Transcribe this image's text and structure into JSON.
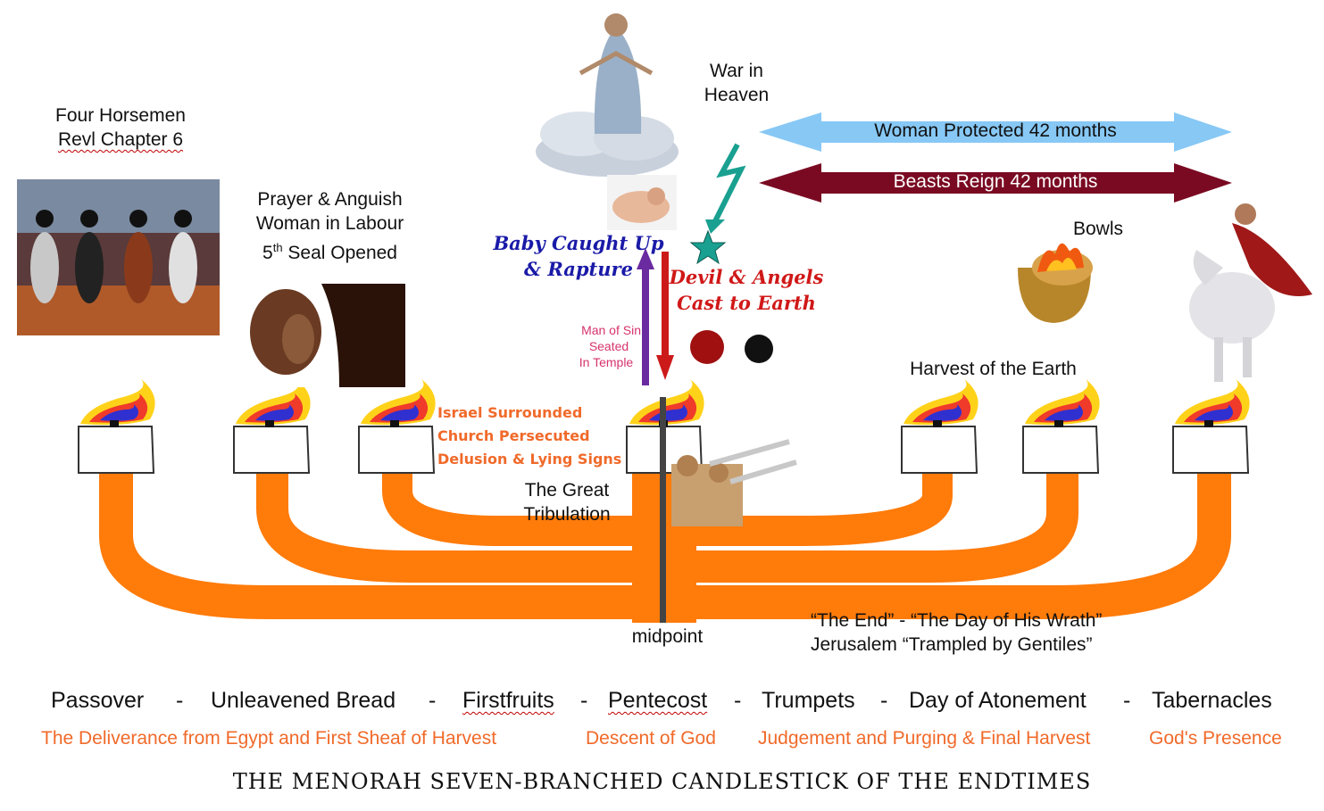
{
  "labels": {
    "four_horsemen_line1": "Four Horsemen",
    "four_horsemen_line2": "Revl Chapter 6",
    "prayer_line1": "Prayer & Anguish",
    "prayer_line2": "Woman in Labour",
    "prayer_line3_num": "5",
    "prayer_line3_sup": "th",
    "prayer_line3_rest": " Seal Opened",
    "war_line1": "War in",
    "war_line2": "Heaven",
    "woman_protected": "Woman Protected 42 months",
    "beasts_reign": "Beasts Reign 42 months",
    "bowls": "Bowls",
    "baby_line1": "Baby Caught Up",
    "baby_line2": "& Rapture",
    "devil_line1": "Devil & Angels",
    "devil_line2": "Cast to Earth",
    "man_of_sin_line1": "Man of Sin",
    "man_of_sin_line2": "Seated",
    "man_of_sin_line3": "In Temple",
    "harvest": "Harvest of the Earth",
    "israel_line1": "Israel Surrounded",
    "israel_line2": "Church Persecuted",
    "israel_line3": "Delusion & Lying Signs",
    "tribulation_line1": "The Great",
    "tribulation_line2": "Tribulation",
    "midpoint": "midpoint",
    "the_end_line1": "“The End” - “The Day of His Wrath”",
    "the_end_line2": "Jerusalem “Trampled by Gentiles”"
  },
  "feasts": {
    "passover": "Passover",
    "unleavened": "Unleavened Bread",
    "firstfruits": "Firstfruits",
    "pentecost": "Pentecost",
    "trumpets": "Trumpets",
    "atonement": "Day of Atonement",
    "tabernacles": "Tabernacles",
    "separator": "-"
  },
  "meanings": {
    "deliverance": "The Deliverance from Egypt and First Sheaf of Harvest",
    "descent": "Descent of God",
    "judgement": "Judgement and Purging & Final Harvest",
    "presence": "God's Presence"
  },
  "title": "THE MENORAH SEVEN-BRANCHED CANDLESTICK OF THE ENDTIMES",
  "colors": {
    "menorah_orange": "#ff7b0a",
    "arrow_blue": "#87c8f5",
    "arrow_maroon": "#7a0a22",
    "arrow_purple": "#6a2aa0",
    "arrow_red": "#cc1a1a",
    "script_blue": "#1a1aa8",
    "script_red": "#d01818",
    "orange_text": "#f06a2a",
    "pink_text": "#d6336c",
    "star_teal": "#1aa090"
  }
}
